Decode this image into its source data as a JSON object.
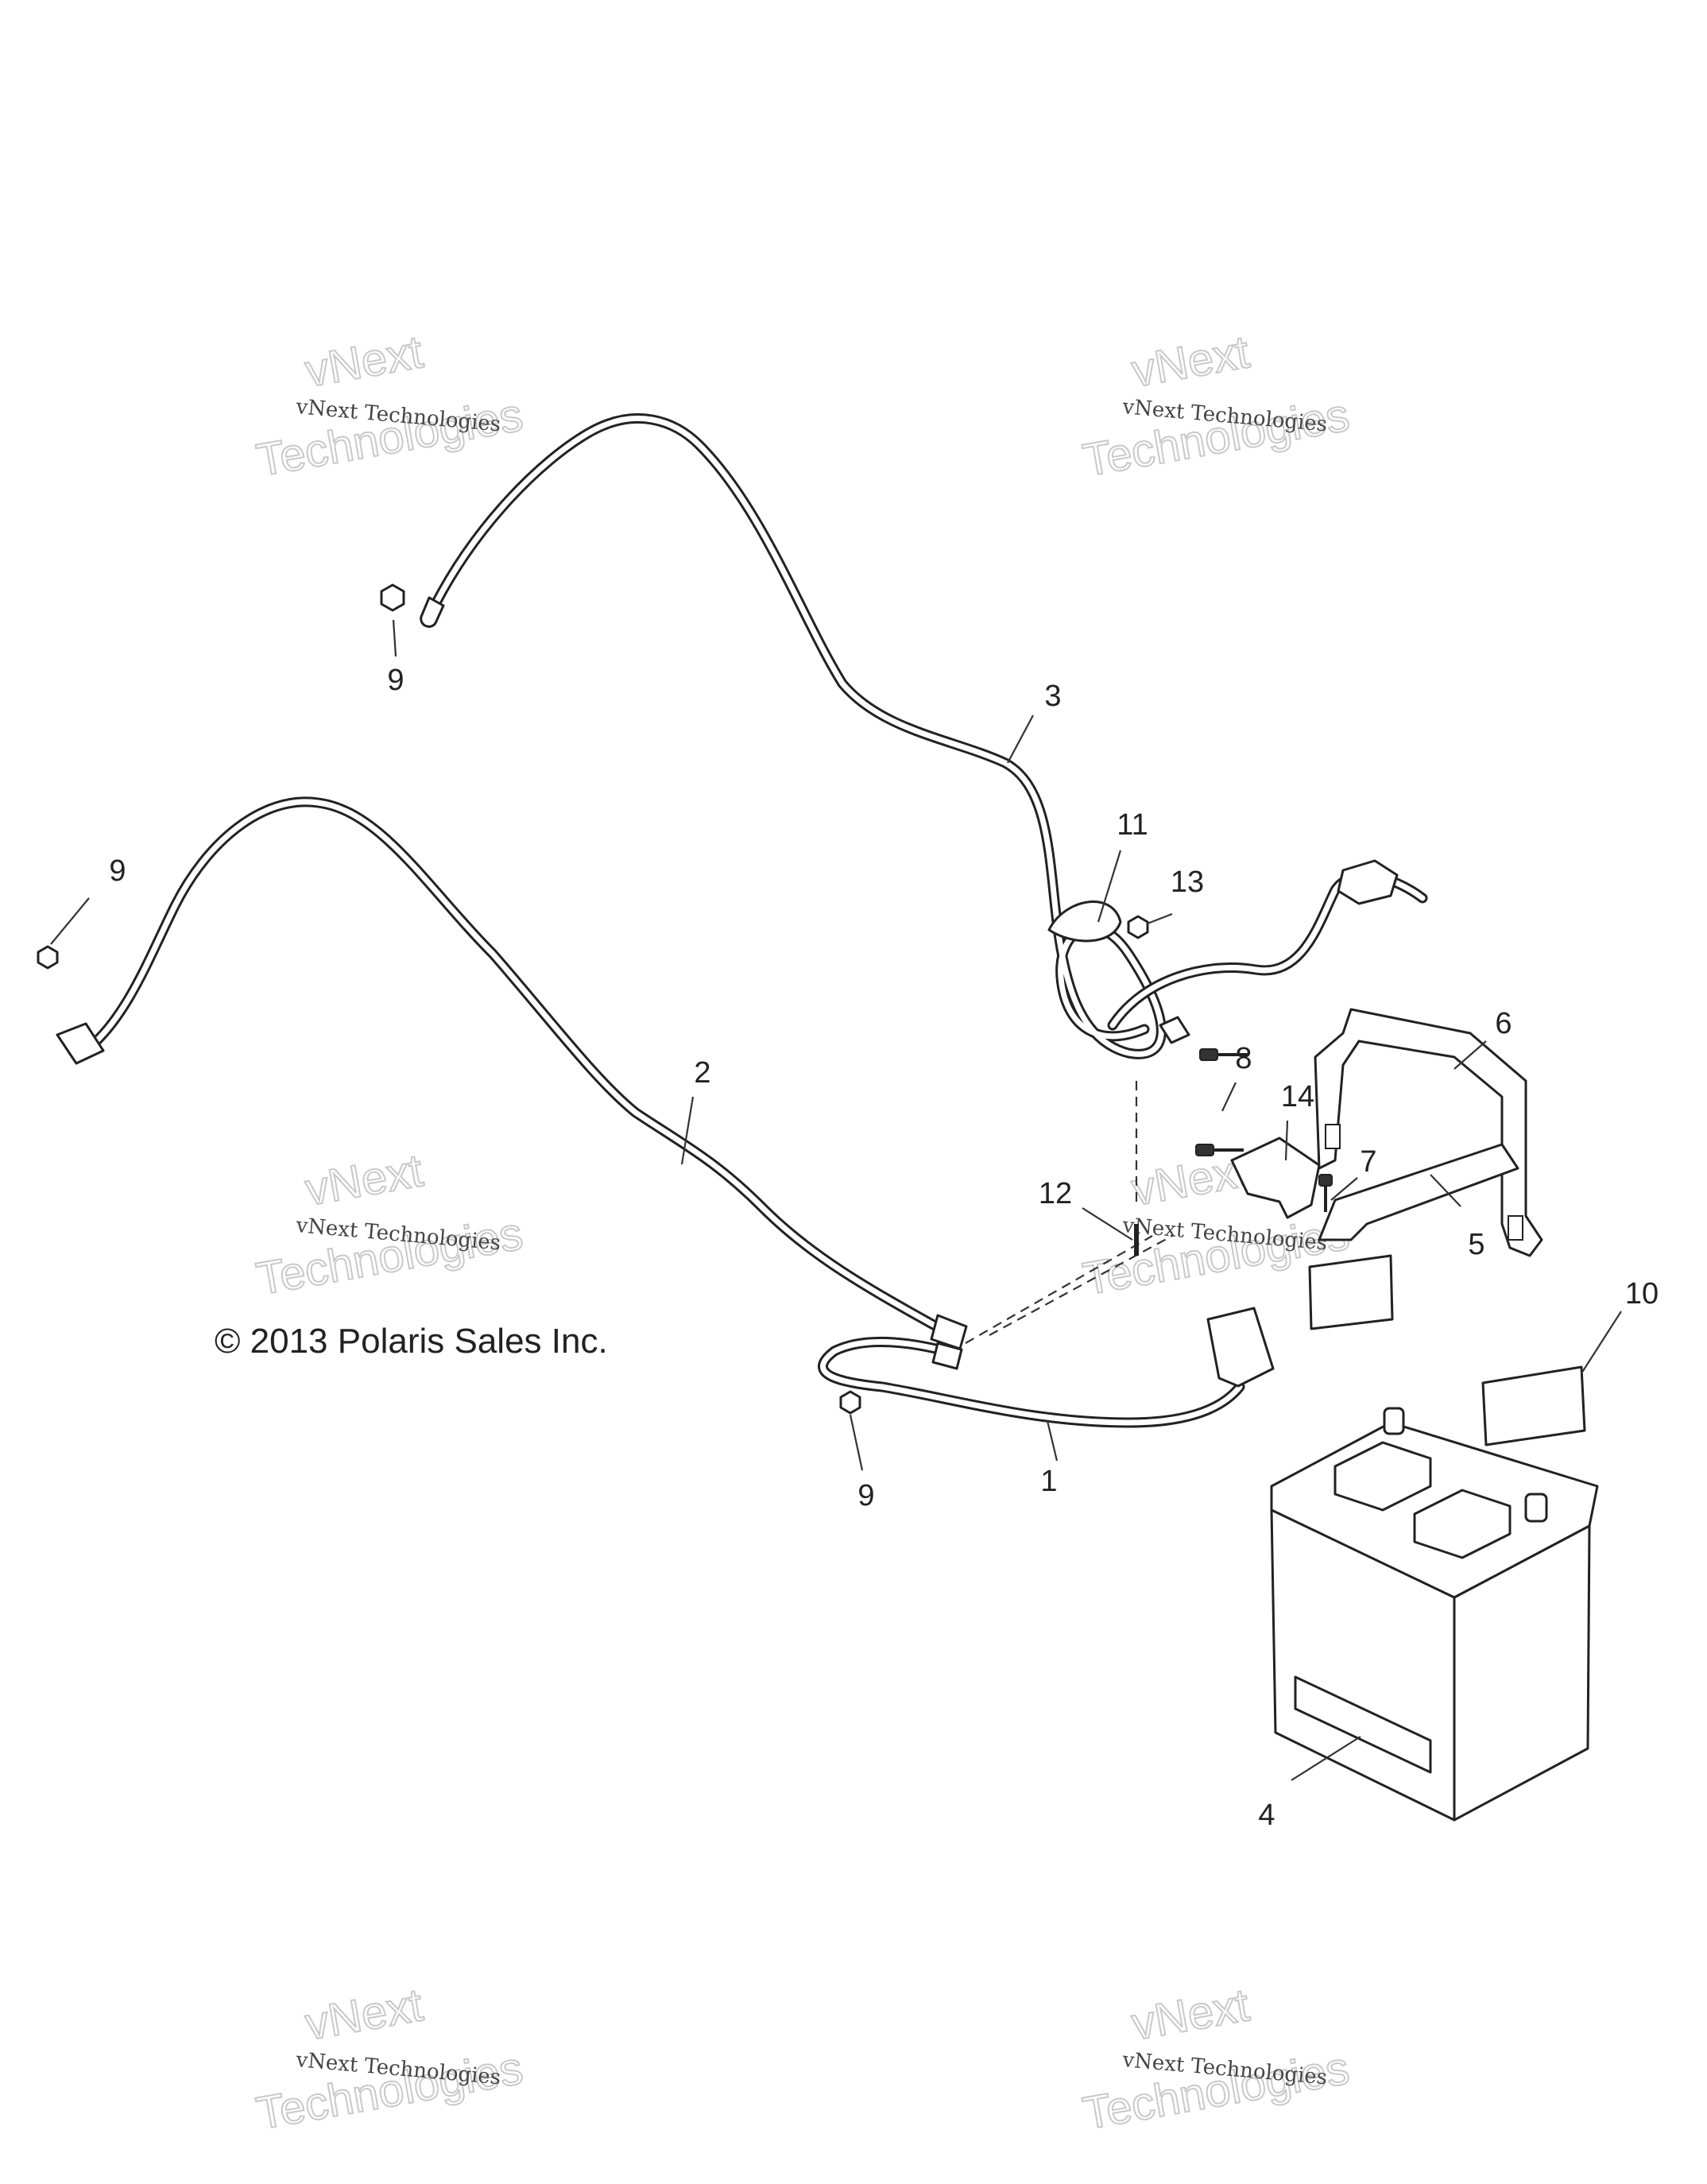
{
  "copyright": "© 2013 Polaris Sales Inc.",
  "watermark": {
    "company": "vNext",
    "technologies": "Technologies",
    "full": "vNext Technologies"
  },
  "callouts": {
    "c1": "1",
    "c2": "2",
    "c3": "3",
    "c4": "4",
    "c5": "5",
    "c6": "6",
    "c7": "7",
    "c8": "8",
    "c9a": "9",
    "c9b": "9",
    "c9c": "9",
    "c10": "10",
    "c11": "11",
    "c12": "12",
    "c13": "13",
    "c14": "14"
  }
}
